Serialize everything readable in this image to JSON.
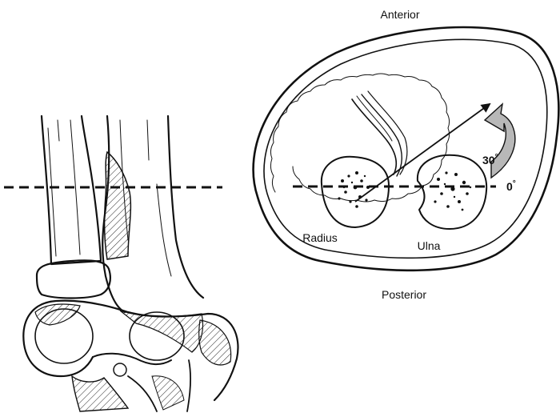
{
  "labels": {
    "anterior": "Anterior",
    "posterior": "Posterior",
    "radius": "Radius",
    "ulna": "Ulna",
    "angle_30": "30",
    "angle_0": "0",
    "degree": "°"
  },
  "colors": {
    "ink": "#111111",
    "arc_arrow_fill": "#b8b8b8",
    "background": "#ffffff"
  }
}
